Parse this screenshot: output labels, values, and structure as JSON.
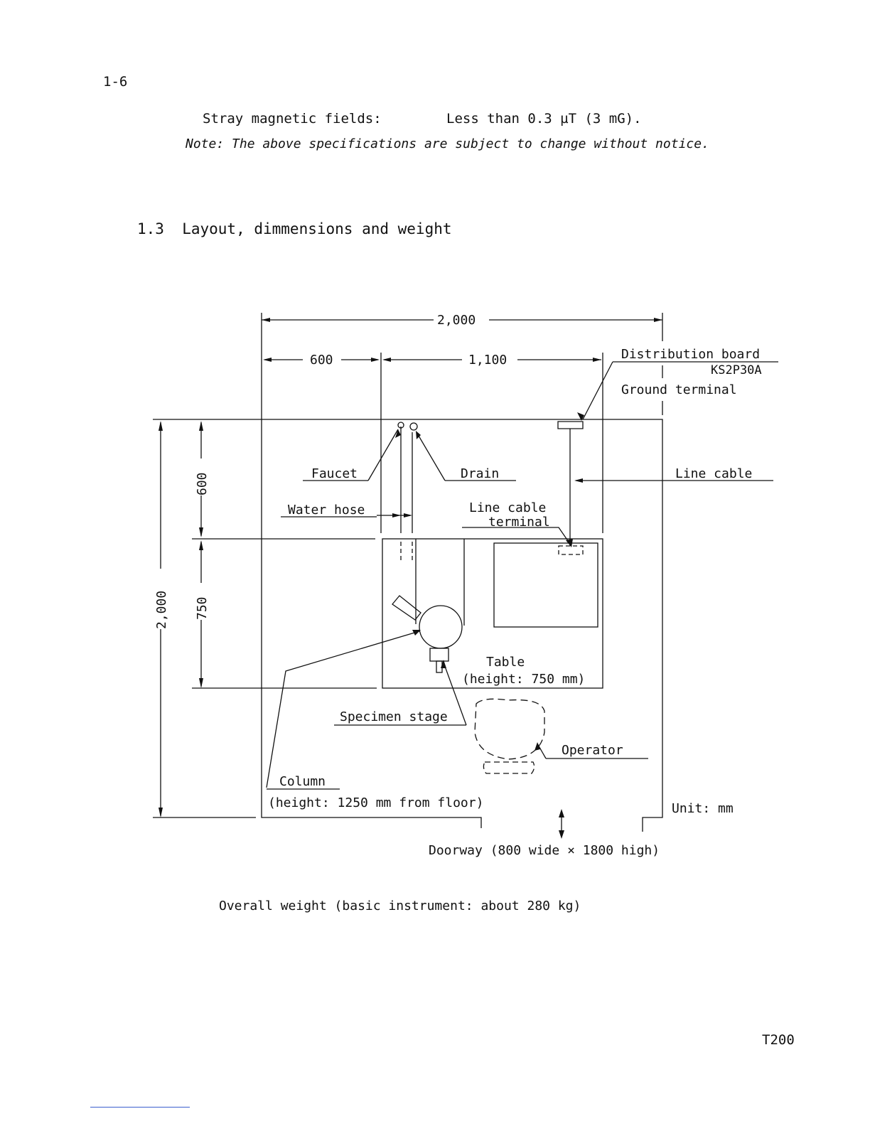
{
  "page": {
    "page_number": "1-6",
    "spec": {
      "label": "Stray magnetic fields:",
      "value": "Less than 0.3 µT (3 mG)."
    },
    "note": "Note: The above specifications are subject to change without notice.",
    "section_heading": "1.3  Layout, dimmensions and weight",
    "weight": "Overall weight (basic instrument: about 280 kg)",
    "doc_code": "T200"
  },
  "figure": {
    "dim_total_width": "2,000",
    "dim_600_width": "600",
    "dim_1100_width": "1,100",
    "dim_total_depth": "2,000",
    "dim_600_depth": "600",
    "dim_750_depth": "750",
    "distribution_board": "Distribution board",
    "distribution_board_model": "KS2P30A",
    "ground_terminal": "Ground terminal",
    "line_cable": "Line cable",
    "faucet": "Faucet",
    "drain": "Drain",
    "water_hose": "Water hose",
    "line_cable_terminal_1": "Line cable",
    "line_cable_terminal_2": "terminal",
    "table_1": "Table",
    "table_2": "(height: 750 mm)",
    "specimen_stage": "Specimen stage",
    "operator": "Operator",
    "column_1": "Column",
    "column_2": "(height: 1250 mm from floor)",
    "unit": "Unit: mm",
    "doorway": "Doorway (800 wide × 1800 high)"
  }
}
